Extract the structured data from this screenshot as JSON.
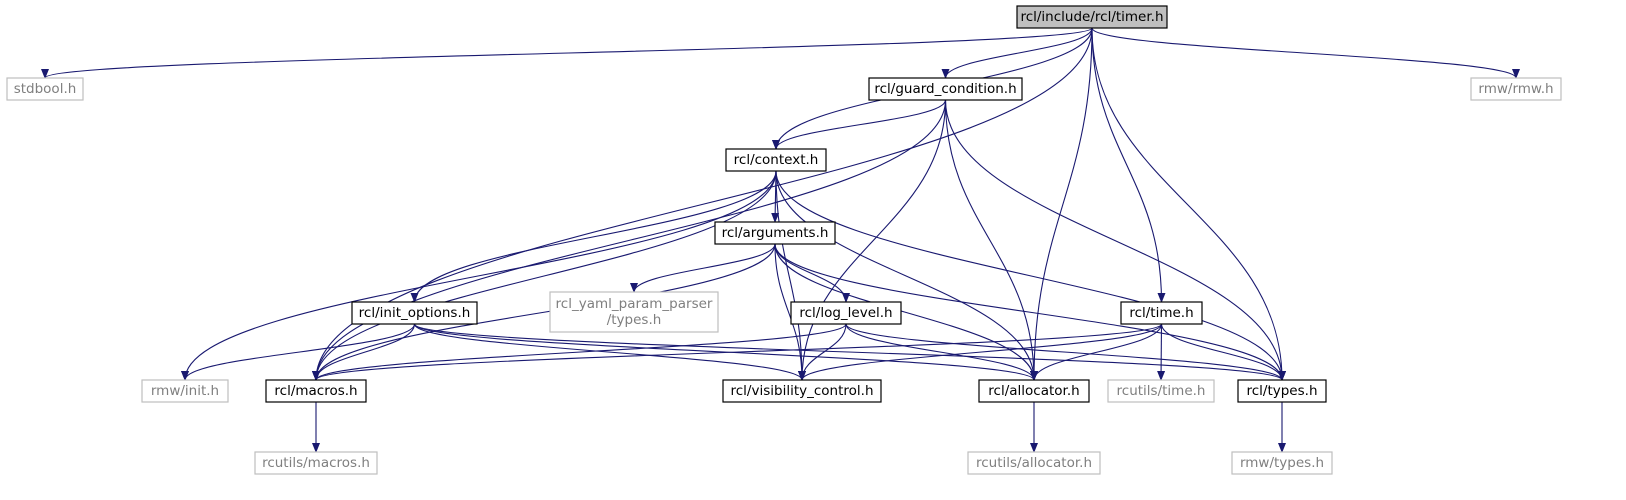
{
  "colors": {
    "edge": "#191970",
    "root_fill": "#bfbfbf",
    "root_stroke": "#000000",
    "node_fill": "#ffffff",
    "node_stroke": "#000000",
    "external_stroke": "#bfbfbf",
    "external_text": "#7f7f7f"
  },
  "nodes": [
    {
      "id": "timer",
      "lines": [
        "rcl/include/rcl/timer.h"
      ],
      "kind": "root"
    },
    {
      "id": "stdbool",
      "lines": [
        "stdbool.h"
      ],
      "kind": "external"
    },
    {
      "id": "guard",
      "lines": [
        "rcl/guard_condition.h"
      ],
      "kind": "internal"
    },
    {
      "id": "rmw_rmw",
      "lines": [
        "rmw/rmw.h"
      ],
      "kind": "external"
    },
    {
      "id": "context",
      "lines": [
        "rcl/context.h"
      ],
      "kind": "internal"
    },
    {
      "id": "arguments",
      "lines": [
        "rcl/arguments.h"
      ],
      "kind": "internal"
    },
    {
      "id": "yaml",
      "lines": [
        "rcl_yaml_param_parser",
        "/types.h"
      ],
      "kind": "external"
    },
    {
      "id": "init_options",
      "lines": [
        "rcl/init_options.h"
      ],
      "kind": "internal"
    },
    {
      "id": "log_level",
      "lines": [
        "rcl/log_level.h"
      ],
      "kind": "internal"
    },
    {
      "id": "time",
      "lines": [
        "rcl/time.h"
      ],
      "kind": "internal"
    },
    {
      "id": "rmw_init",
      "lines": [
        "rmw/init.h"
      ],
      "kind": "external"
    },
    {
      "id": "macros",
      "lines": [
        "rcl/macros.h"
      ],
      "kind": "internal"
    },
    {
      "id": "visibility",
      "lines": [
        "rcl/visibility_control.h"
      ],
      "kind": "internal"
    },
    {
      "id": "allocator",
      "lines": [
        "rcl/allocator.h"
      ],
      "kind": "internal"
    },
    {
      "id": "rcutils_time",
      "lines": [
        "rcutils/time.h"
      ],
      "kind": "external"
    },
    {
      "id": "types",
      "lines": [
        "rcl/types.h"
      ],
      "kind": "internal"
    },
    {
      "id": "rcutils_macros",
      "lines": [
        "rcutils/macros.h"
      ],
      "kind": "external"
    },
    {
      "id": "rcutils_alloc",
      "lines": [
        "rcutils/allocator.h"
      ],
      "kind": "external"
    },
    {
      "id": "rmw_types",
      "lines": [
        "rmw/types.h"
      ],
      "kind": "external"
    }
  ],
  "edges": [
    [
      "timer",
      "stdbool"
    ],
    [
      "timer",
      "guard"
    ],
    [
      "timer",
      "rmw_rmw"
    ],
    [
      "timer",
      "context"
    ],
    [
      "timer",
      "time"
    ],
    [
      "timer",
      "macros"
    ],
    [
      "timer",
      "allocator"
    ],
    [
      "timer",
      "types"
    ],
    [
      "guard",
      "context"
    ],
    [
      "guard",
      "macros"
    ],
    [
      "guard",
      "visibility"
    ],
    [
      "guard",
      "allocator"
    ],
    [
      "guard",
      "types"
    ],
    [
      "context",
      "arguments"
    ],
    [
      "context",
      "init_options"
    ],
    [
      "context",
      "rmw_init"
    ],
    [
      "context",
      "macros"
    ],
    [
      "context",
      "visibility"
    ],
    [
      "context",
      "allocator"
    ],
    [
      "context",
      "types"
    ],
    [
      "arguments",
      "yaml"
    ],
    [
      "arguments",
      "log_level"
    ],
    [
      "arguments",
      "macros"
    ],
    [
      "arguments",
      "visibility"
    ],
    [
      "arguments",
      "allocator"
    ],
    [
      "arguments",
      "types"
    ],
    [
      "init_options",
      "rmw_init"
    ],
    [
      "init_options",
      "macros"
    ],
    [
      "init_options",
      "visibility"
    ],
    [
      "init_options",
      "allocator"
    ],
    [
      "init_options",
      "types"
    ],
    [
      "log_level",
      "macros"
    ],
    [
      "log_level",
      "visibility"
    ],
    [
      "log_level",
      "allocator"
    ],
    [
      "log_level",
      "types"
    ],
    [
      "time",
      "macros"
    ],
    [
      "time",
      "visibility"
    ],
    [
      "time",
      "allocator"
    ],
    [
      "time",
      "rcutils_time"
    ],
    [
      "time",
      "types"
    ],
    [
      "macros",
      "rcutils_macros"
    ],
    [
      "allocator",
      "rcutils_alloc"
    ],
    [
      "types",
      "rmw_types"
    ]
  ]
}
